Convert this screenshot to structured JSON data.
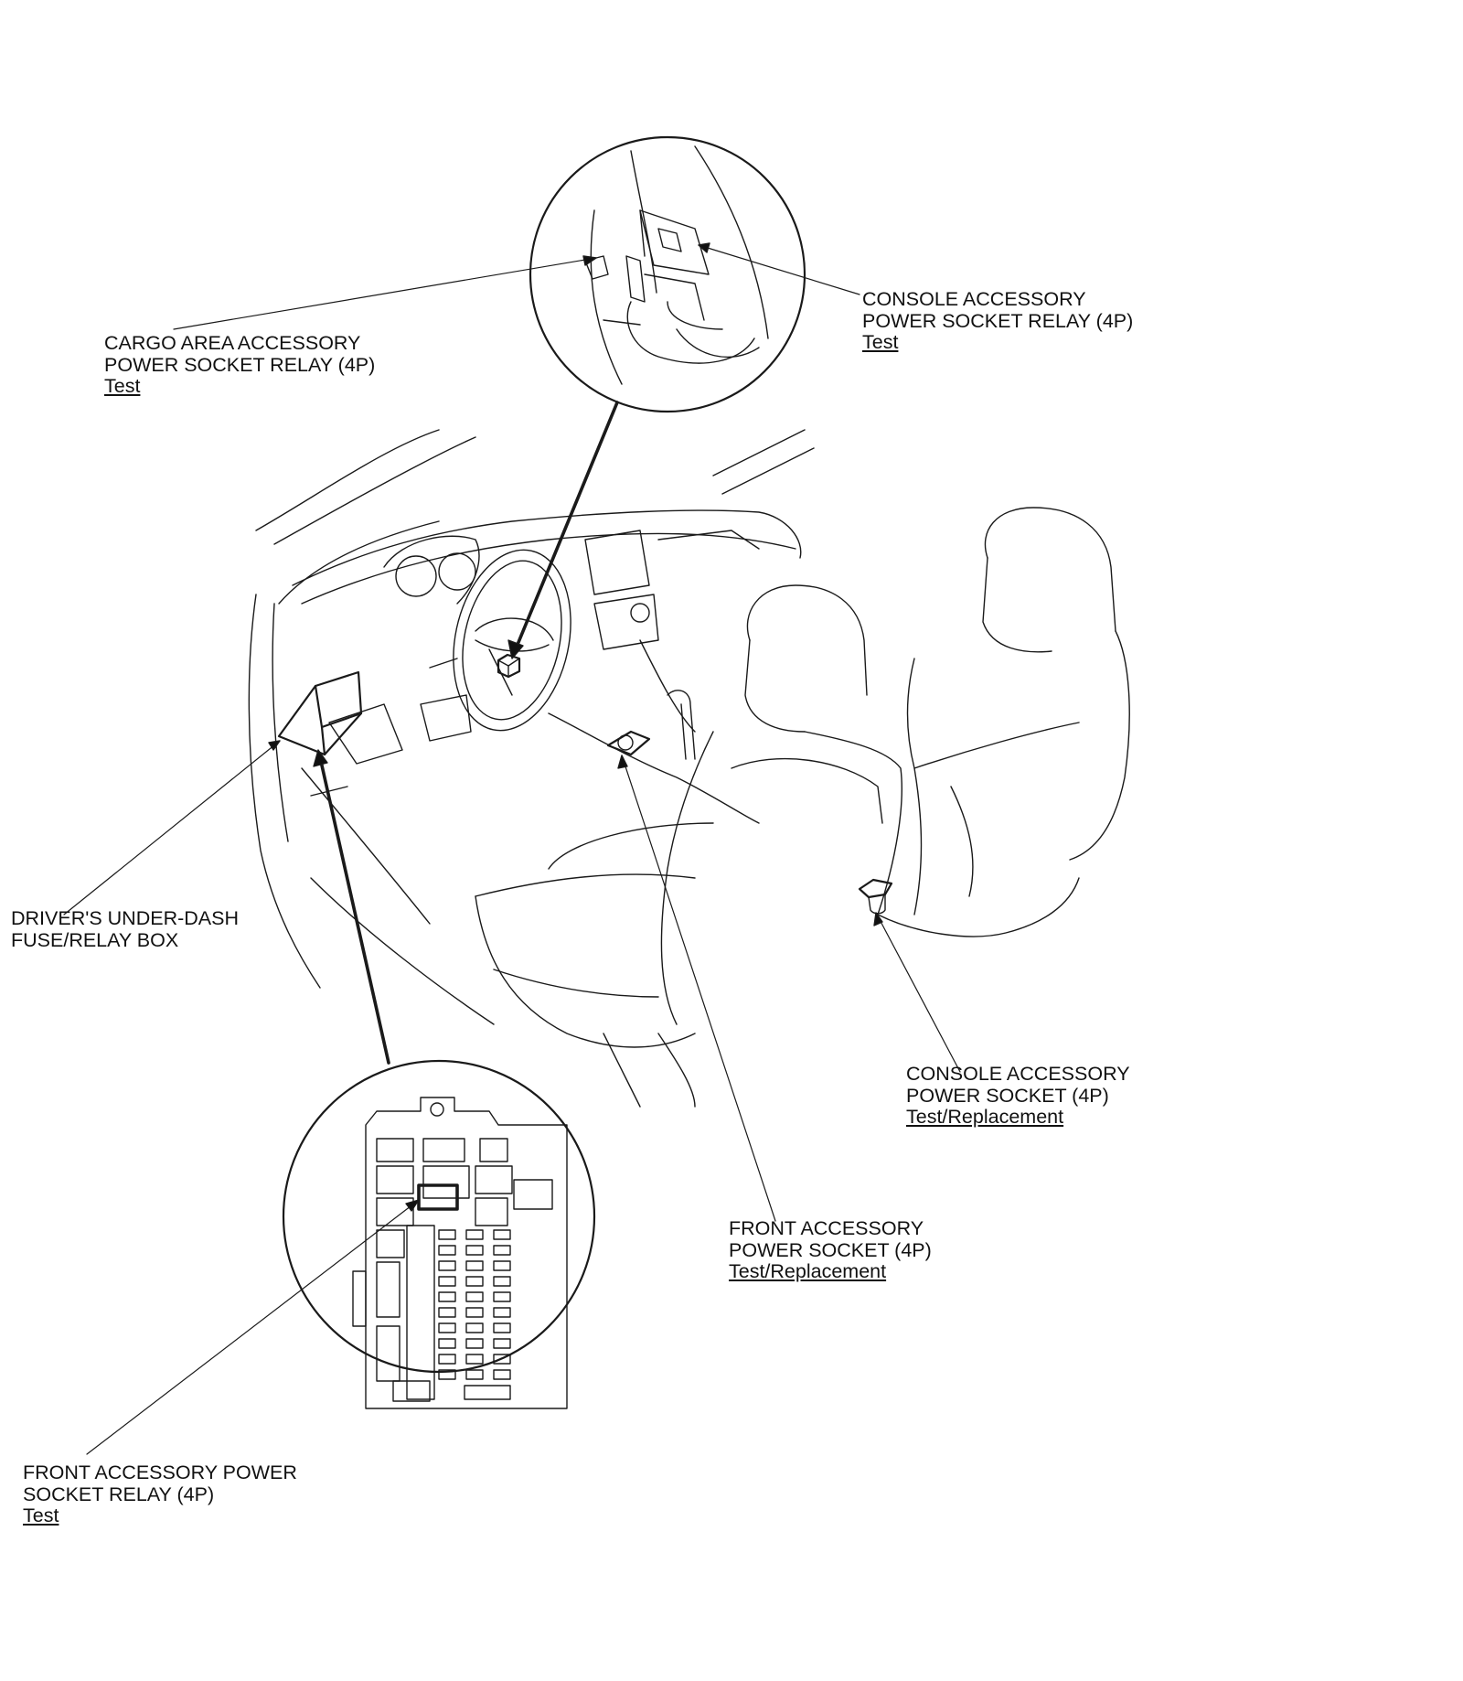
{
  "callouts": {
    "cargo_relay": {
      "line1": "CARGO AREA ACCESSORY",
      "line2": "POWER SOCKET RELAY (4P)",
      "link": "Test"
    },
    "console_relay": {
      "line1": "CONSOLE ACCESSORY",
      "line2": "POWER SOCKET RELAY (4P)",
      "link": "Test"
    },
    "fuse_box": {
      "line1": "DRIVER'S UNDER-DASH",
      "line2": "FUSE/RELAY BOX"
    },
    "console_socket": {
      "line1": "CONSOLE ACCESSORY",
      "line2": "POWER SOCKET (4P)",
      "link": "Test/Replacement"
    },
    "front_socket": {
      "line1": "FRONT ACCESSORY",
      "line2": "POWER SOCKET (4P)",
      "link": "Test/Replacement"
    },
    "front_relay": {
      "line1": "FRONT ACCESSORY POWER",
      "line2": "SOCKET RELAY (4P)",
      "link": "Test"
    }
  }
}
